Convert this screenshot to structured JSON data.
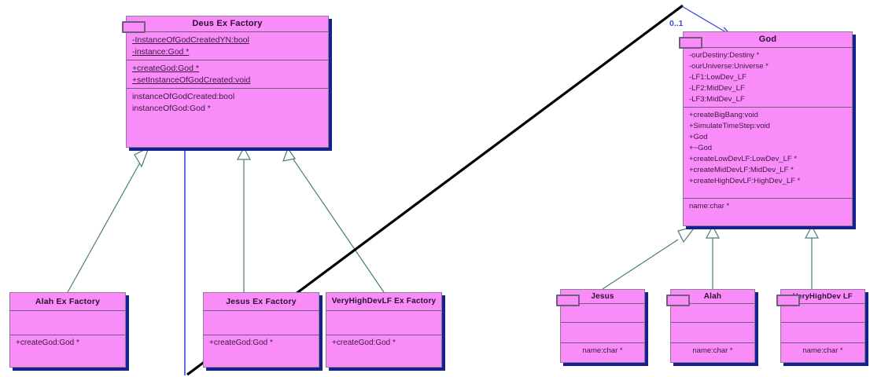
{
  "diagram": {
    "kind": "uml-class-diagram",
    "colors": {
      "class_fill": "#FA8CFA",
      "class_border": "#6E5C78",
      "drop_shadow": "#16228C",
      "inheritance_line": "#4A7D76",
      "association": "#3B4BD8",
      "annotation_line": "#000000",
      "text": "#2A1030"
    },
    "association_label": "0..1"
  },
  "classes": {
    "deus_ex_factory": {
      "name": "Deus Ex Factory",
      "attributes": [
        "-InstanceOfGodCreatedYN:bool",
        "-instance:God *"
      ],
      "operations": [
        "+createGod:God *",
        "+setInstanceOfGodCreated:void"
      ],
      "extra": [
        "instanceOfGodCreated:bool",
        "instanceOfGod:God *"
      ]
    },
    "god": {
      "name": "God",
      "attributes": [
        "-ourDestiny:Destiny *",
        "-ourUniverse:Universe *",
        "-LF1:LowDev_LF",
        "-LF2:MidDev_LF",
        "-LF3:MidDev_LF"
      ],
      "operations": [
        "+createBigBang:void",
        "+SimulateTimeStep:void",
        "+God",
        "+~God",
        "+createLowDevLF:LowDev_LF *",
        "+createMidDevLF:MidDev_LF *",
        "+createHighDevLF:HighDev_LF *"
      ],
      "extra": [
        "name:char *"
      ]
    },
    "alah_ex_factory": {
      "name": "Alah Ex Factory",
      "attributes": [],
      "operations": [
        "+createGod:God *"
      ]
    },
    "jesus_ex_factory": {
      "name": "Jesus Ex Factory",
      "attributes": [],
      "operations": [
        "+createGod:God *"
      ]
    },
    "veryhighdevlf_ex_factory": {
      "name": "VeryHighDevLF Ex Factory",
      "attributes": [],
      "operations": [
        "+createGod:God *"
      ]
    },
    "jesus": {
      "name": "Jesus",
      "attributes": [],
      "operations": [],
      "extra": [
        "name:char *"
      ]
    },
    "alah": {
      "name": "Alah",
      "attributes": [],
      "operations": [],
      "extra": [
        "name:char *"
      ]
    },
    "veryhighdev_lf": {
      "name": "VeryHighDev LF",
      "attributes": [],
      "operations": [],
      "extra": [
        "name:char *"
      ]
    }
  }
}
